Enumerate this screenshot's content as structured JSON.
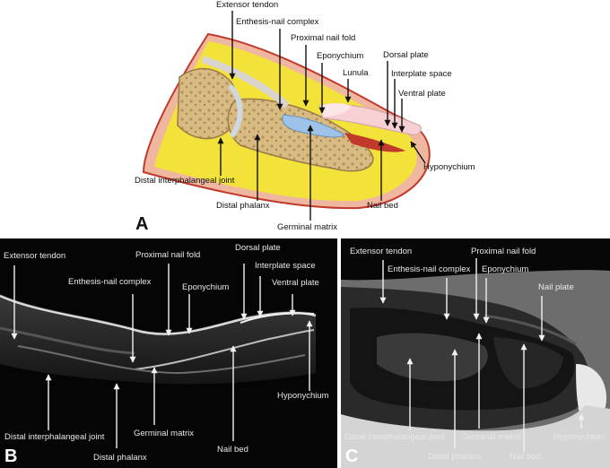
{
  "panel_a": {
    "letter": "A",
    "labels": {
      "extensor_tendon": "Extensor tendon",
      "enthesis_nail_complex": "Enthesis-nail complex",
      "proximal_nail_fold": "Proximal nail fold",
      "eponychium": "Eponychium",
      "lunula": "Lunula",
      "dorsal_plate": "Dorsal plate",
      "interplate_space": "Interplate space",
      "ventral_plate": "Ventral plate",
      "hyponychium": "Hyponychium",
      "distal_interphalangeal_joint": "Distal interphalangeal joint",
      "distal_phalanx": "Distal phalanx",
      "germinal_matrix": "Germinal matrix",
      "nail_bed": "Nail bed"
    }
  },
  "panel_b": {
    "letter": "B",
    "labels": {
      "extensor_tendon": "Extensor tendon",
      "proximal_nail_fold": "Proximal nail fold",
      "dorsal_plate": "Dorsal plate",
      "interplate_space": "Interplate space",
      "enthesis_nail_complex": "Enthesis-nail complex",
      "eponychium": "Eponychium",
      "ventral_plate": "Ventral plate",
      "hyponychium": "Hyponychium",
      "distal_interphalangeal_joint": "Distal interphalangeal joint",
      "germinal_matrix": "Germinal matrix",
      "nail_bed": "Nail bed",
      "distal_phalanx": "Distal phalanx"
    }
  },
  "panel_c": {
    "letter": "C",
    "labels": {
      "extensor_tendon": "Extensor tendon",
      "proximal_nail_fold": "Proximal nail fold",
      "enthesis_nail_complex": "Enthesis-nail complex",
      "eponychium": "Eponychium",
      "nail_plate": "Nail plate",
      "distal_interphalangeal_joint": "Distal interphalangeal joint",
      "germinal_matrix": "Germinal matrix",
      "hyponychium": "Hyponychium",
      "distal_phalanx": "Distal phalanx",
      "nail_bed": "Nail bed"
    }
  },
  "colors": {
    "fat": "#f2e23a",
    "bone": "#d9bd84",
    "skin": "#f0b7a0",
    "nail": "#f6d0d2",
    "matrix": "#9ec3e8",
    "nail_bed": "#c0392b",
    "background_mri": "#050505"
  }
}
